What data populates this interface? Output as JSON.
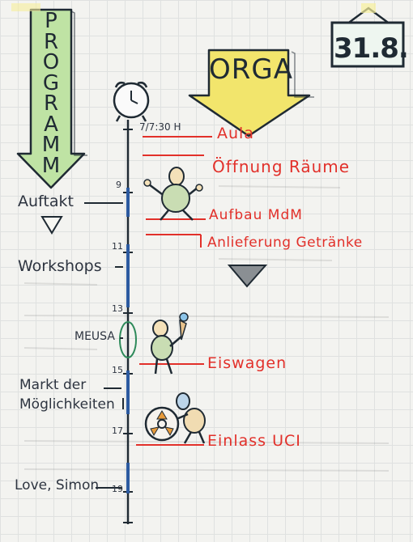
{
  "date": "31.8.",
  "program_heading": [
    "P",
    "R",
    "O",
    "G",
    "R",
    "A",
    "M",
    "M"
  ],
  "orga_heading": "ORGA",
  "start_time": "7/7:30 H",
  "timeline_hours": [
    "9",
    "11",
    "13",
    "15",
    "17",
    "19"
  ],
  "program_items": [
    {
      "label": "Auftakt"
    },
    {
      "label": "Workshops"
    },
    {
      "label": "MEUSA"
    },
    {
      "label": "Markt der Möglichkeiten"
    },
    {
      "label": "Love, Simon"
    }
  ],
  "orga_items": [
    {
      "label": "Aula"
    },
    {
      "label": "Öffnung Räume"
    },
    {
      "label": "Aufbau MdM"
    },
    {
      "label": "Anlieferung Getränke"
    },
    {
      "label": "Eiswagen"
    },
    {
      "label": "Einlass UCI"
    }
  ],
  "colors": {
    "program_arrow": "#bfe3a4",
    "orga_box": "#f2e56c",
    "orga_items": "#e2302a",
    "timeline_bar": "#2c5aa0",
    "ink": "#1f2a33"
  },
  "icons": [
    "alarm-clock-icon",
    "stick-figure-icon",
    "ice-cream-figure-icon",
    "figure-pushing-reel-icon",
    "down-triangle-icon"
  ]
}
